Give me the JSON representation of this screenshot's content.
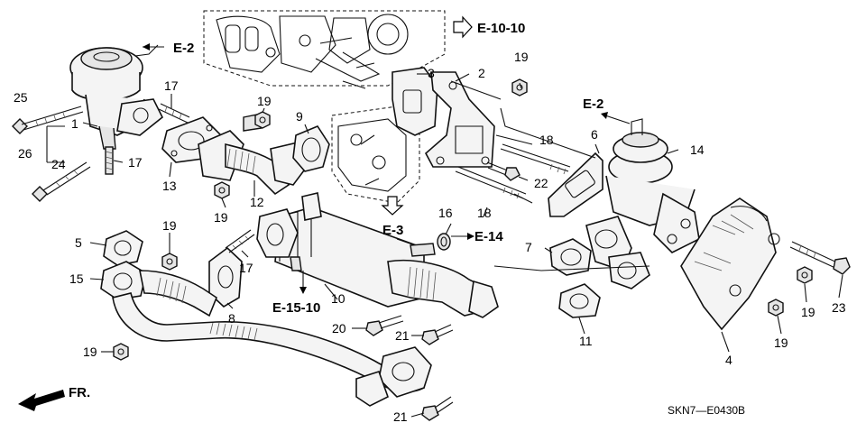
{
  "diagram_code": "SKN7—E0430B",
  "ref_labels": {
    "e10_10": "E-10-10",
    "e2_left": "E-2",
    "e2_right": "E-2",
    "e3": "E-3",
    "e14": "E-14",
    "e15_10": "E-15-10",
    "fr": "FR."
  },
  "part_numbers": {
    "p1": "1",
    "p2": "2",
    "p3": "3",
    "p4": "4",
    "p5": "5",
    "p6": "6",
    "p7": "7",
    "p8": "8",
    "p9": "9",
    "p10": "10",
    "p11": "11",
    "p12": "12",
    "p13": "13",
    "p14": "14",
    "p15": "15",
    "p16": "16",
    "p17a": "17",
    "p17b": "17",
    "p17c": "17",
    "p18a": "18",
    "p18b": "18",
    "p19a": "19",
    "p19b": "19",
    "p19c": "19",
    "p19d": "19",
    "p19e": "19",
    "p19f": "19",
    "p19g": "19",
    "p20": "20",
    "p21a": "21",
    "p21b": "21",
    "p22": "22",
    "p23": "23",
    "p24": "24",
    "p25": "25",
    "p26": "26"
  }
}
